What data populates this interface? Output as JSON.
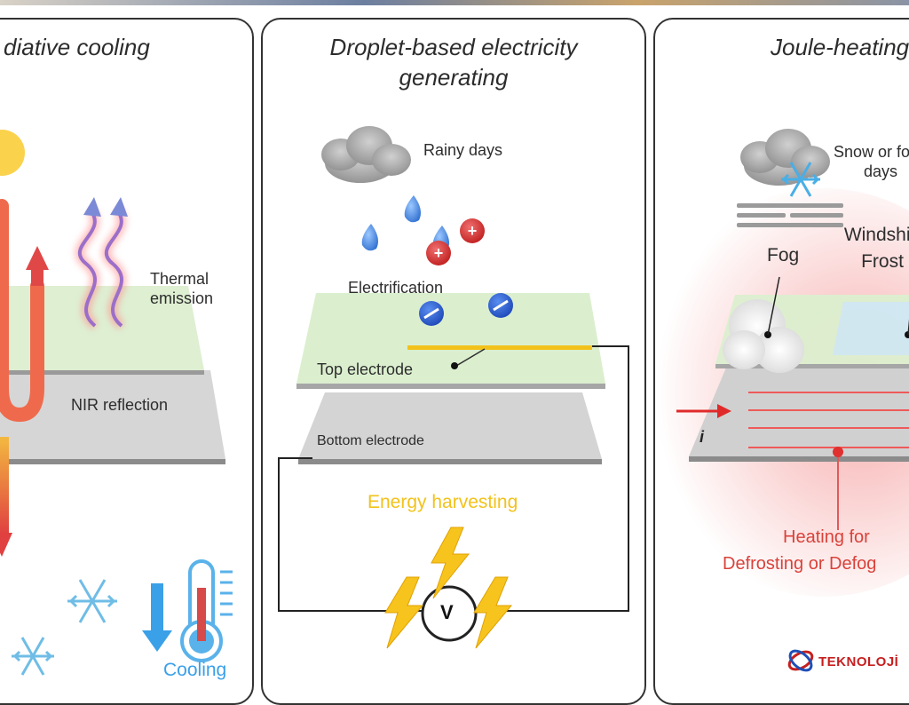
{
  "panels": {
    "radiative": {
      "title": "diative cooling",
      "thermal_emission": "Thermal\nemission",
      "nir_reflection": "NIR reflection",
      "cooling": "Cooling"
    },
    "droplet": {
      "title_line1": "Droplet-based electricity",
      "title_line2": "generating",
      "rainy_days": "Rainy days",
      "electrification": "Electrification",
      "top_electrode": "Top electrode",
      "bottom_electrode": "Bottom electrode",
      "energy_harvesting": "Energy harvesting",
      "voltmeter": "V"
    },
    "joule": {
      "title": "Joule-heating",
      "snow_line1": "Snow or fogg",
      "snow_line2": "days",
      "fog": "Fog",
      "windshield_line1": "Windshie",
      "windshield_line2": "Frost",
      "current": "i",
      "heating_line1": "Heating for",
      "heating_line2": "Defrosting or Defog"
    }
  },
  "watermark": "TEKNOLOJİ",
  "colors": {
    "energy": "#f2c21b",
    "heating_text": "#d9423a",
    "cooling_text": "#3aa0e8",
    "glass_green": "#d9efcf",
    "substrate_grey": "#d4d4d4"
  }
}
